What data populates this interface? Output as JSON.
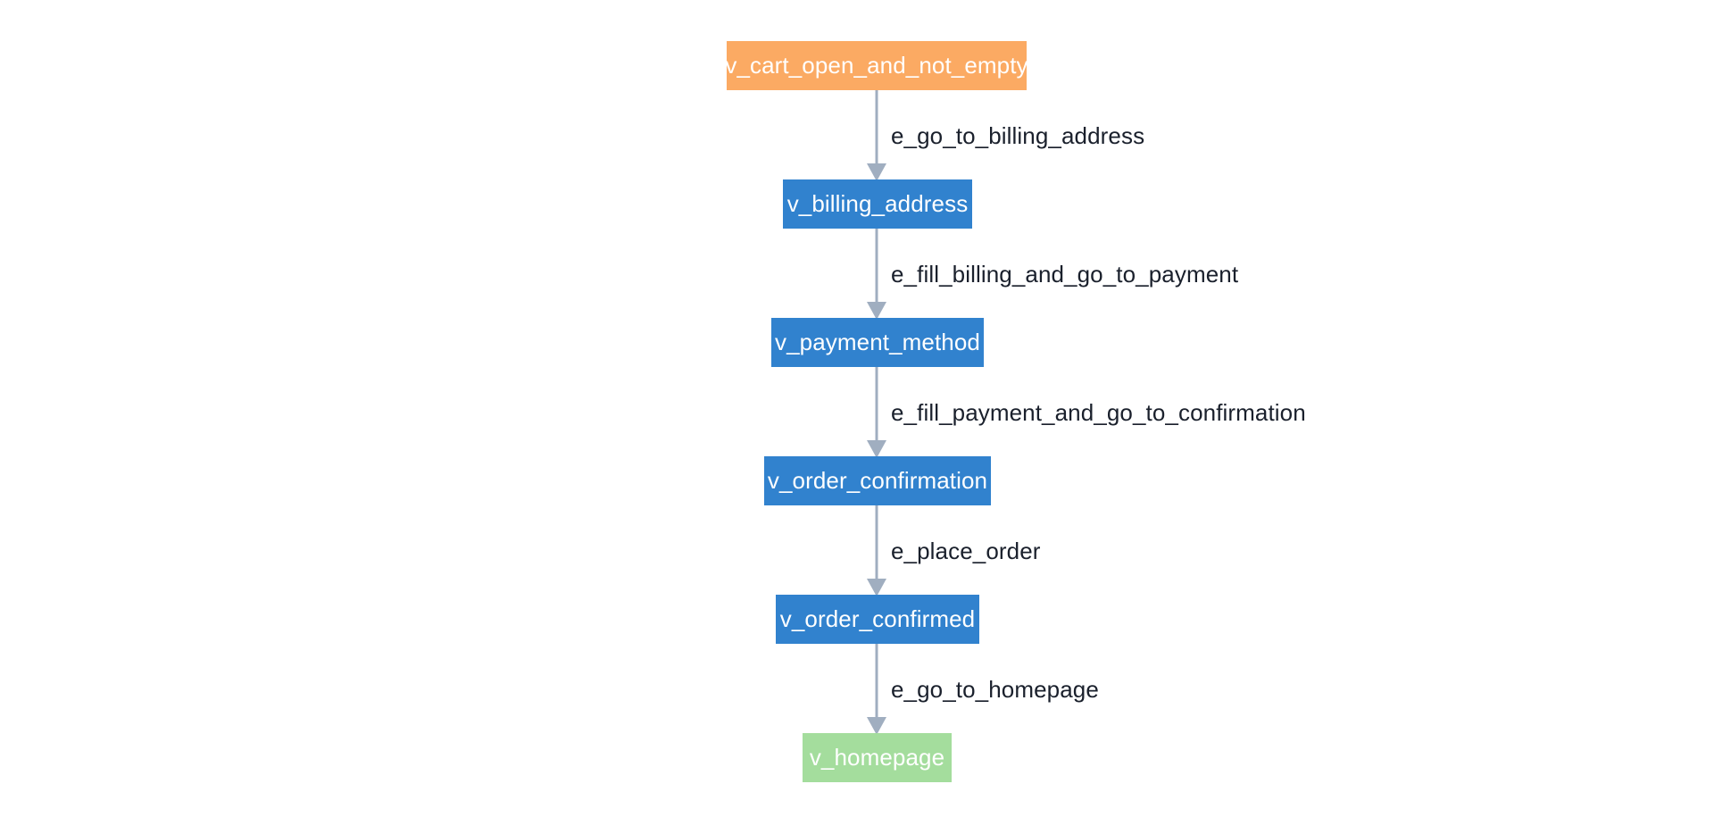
{
  "graph": {
    "nodes": [
      {
        "id": "n0",
        "label": "v_cart_open_and_not_empty",
        "kind": "start",
        "color": "#fbaa63"
      },
      {
        "id": "n1",
        "label": "v_billing_address",
        "kind": "mid",
        "color": "#3182ce"
      },
      {
        "id": "n2",
        "label": "v_payment_method",
        "kind": "mid",
        "color": "#3182ce"
      },
      {
        "id": "n3",
        "label": "v_order_confirmation",
        "kind": "mid",
        "color": "#3182ce"
      },
      {
        "id": "n4",
        "label": "v_order_confirmed",
        "kind": "mid",
        "color": "#3182ce"
      },
      {
        "id": "n5",
        "label": "v_homepage",
        "kind": "end",
        "color": "#a4dd9d"
      }
    ],
    "edges": [
      {
        "from": "n0",
        "to": "n1",
        "label": "e_go_to_billing_address"
      },
      {
        "from": "n1",
        "to": "n2",
        "label": "e_fill_billing_and_go_to_payment"
      },
      {
        "from": "n2",
        "to": "n3",
        "label": "e_fill_payment_and_go_to_confirmation"
      },
      {
        "from": "n3",
        "to": "n4",
        "label": "e_place_order"
      },
      {
        "from": "n4",
        "to": "n5",
        "label": "e_go_to_homepage"
      }
    ],
    "edge_color": "#a0aec0",
    "label_color": "#1a202c"
  }
}
